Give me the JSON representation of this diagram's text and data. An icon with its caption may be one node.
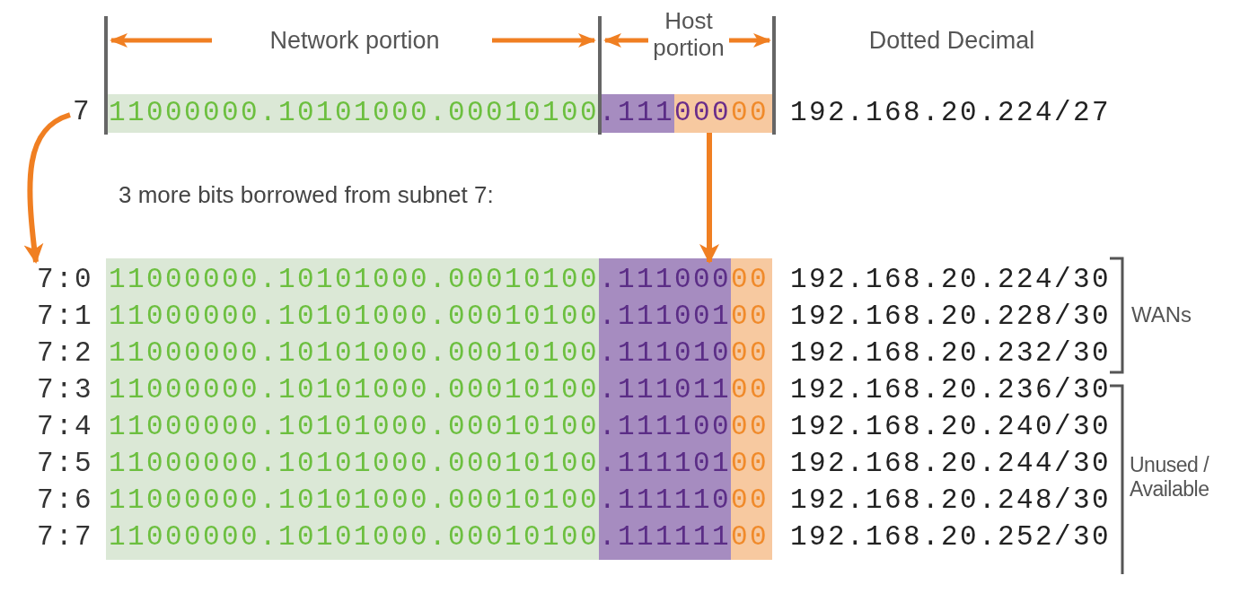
{
  "diagram": {
    "nodes": [
      {
        "text": [
          "7"
        ]
      },
      {
        "text": [
          "000",
          "00"
        ]
      },
      {
        "text": [
          "7:0"
        ]
      },
      {
        "text": [
          ".111000"
        ]
      }
    ],
    "edges": [
      {
        "from": 0,
        "to": 2,
        "arrow": "to"
      },
      {
        "from": 1,
        "to": 3,
        "arrow": "to"
      }
    ],
    "labels": [
      "Network portion",
      "Host portion",
      "Dotted Decimal",
      "11000000.10101000.00010100",
      ".111",
      "192.168.20.224/27",
      "3 more bits borrowed from subnet 7:",
      "11000000.10101000.00010100",
      "00",
      "192.168.20.224/30",
      "7:1",
      "11000000.10101000.00010100",
      ".111001",
      "00",
      "192.168.20.228/30",
      "7:2",
      "11000000.10101000.00010100",
      ".111010",
      "00",
      "192.168.20.232/30",
      "7:3",
      "11000000.10101000.00010100",
      ".111011",
      "00",
      "192.168.20.236/30",
      "7:4",
      "11000000.10101000.00010100",
      ".111100",
      "00",
      "192.168.20.240/30",
      "7:5",
      "11000000.10101000.00010100",
      ".111101",
      "00",
      "192.168.20.244/30",
      "7:6",
      "11000000.10101000.00010100",
      ".111110",
      "00",
      "192.168.20.248/30",
      "7:7",
      "11000000.10101000.00010100",
      ".111111",
      "00",
      "192.168.20.252/30",
      "WANs",
      "Unused / Available"
    ]
  }
}
